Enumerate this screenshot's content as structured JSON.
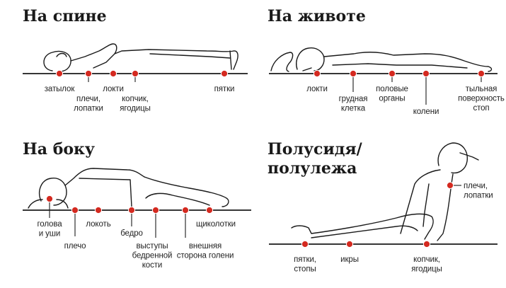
{
  "colors": {
    "dot": "#d42a20",
    "ink": "#1a1a1a"
  },
  "panels": [
    {
      "title": "На спине",
      "points": [
        {
          "lines": [
            "затылок"
          ]
        },
        {
          "lines": [
            "плечи,",
            "лопатки"
          ]
        },
        {
          "lines": [
            "локти"
          ]
        },
        {
          "lines": [
            "копчик,",
            "ягодицы"
          ]
        },
        {
          "lines": [
            "пятки"
          ]
        }
      ]
    },
    {
      "title": "На животе",
      "points": [
        {
          "lines": [
            "локти"
          ]
        },
        {
          "lines": [
            "грудная",
            "клетка"
          ]
        },
        {
          "lines": [
            "половые",
            "органы"
          ]
        },
        {
          "lines": [
            "колени"
          ]
        },
        {
          "lines": [
            "тыльная",
            "поверхность",
            "стоп"
          ]
        }
      ]
    },
    {
      "title": "На боку",
      "points": [
        {
          "lines": [
            "голова",
            "и уши"
          ]
        },
        {
          "lines": [
            "плечо"
          ]
        },
        {
          "lines": [
            "локоть"
          ]
        },
        {
          "lines": [
            "бедро"
          ]
        },
        {
          "lines": [
            "выступы",
            "бедренной",
            "кости"
          ]
        },
        {
          "lines": [
            "внешняя",
            "сторона голени"
          ]
        },
        {
          "lines": [
            "щиколотки"
          ]
        }
      ]
    },
    {
      "title_lines": [
        "Полусидя/",
        "полулежа"
      ],
      "points": [
        {
          "lines": [
            "пятки,",
            "стопы"
          ]
        },
        {
          "lines": [
            "икры"
          ]
        },
        {
          "lines": [
            "копчик,",
            "ягодицы"
          ]
        },
        {
          "lines": [
            "плечи,",
            "лопатки"
          ]
        }
      ]
    }
  ]
}
